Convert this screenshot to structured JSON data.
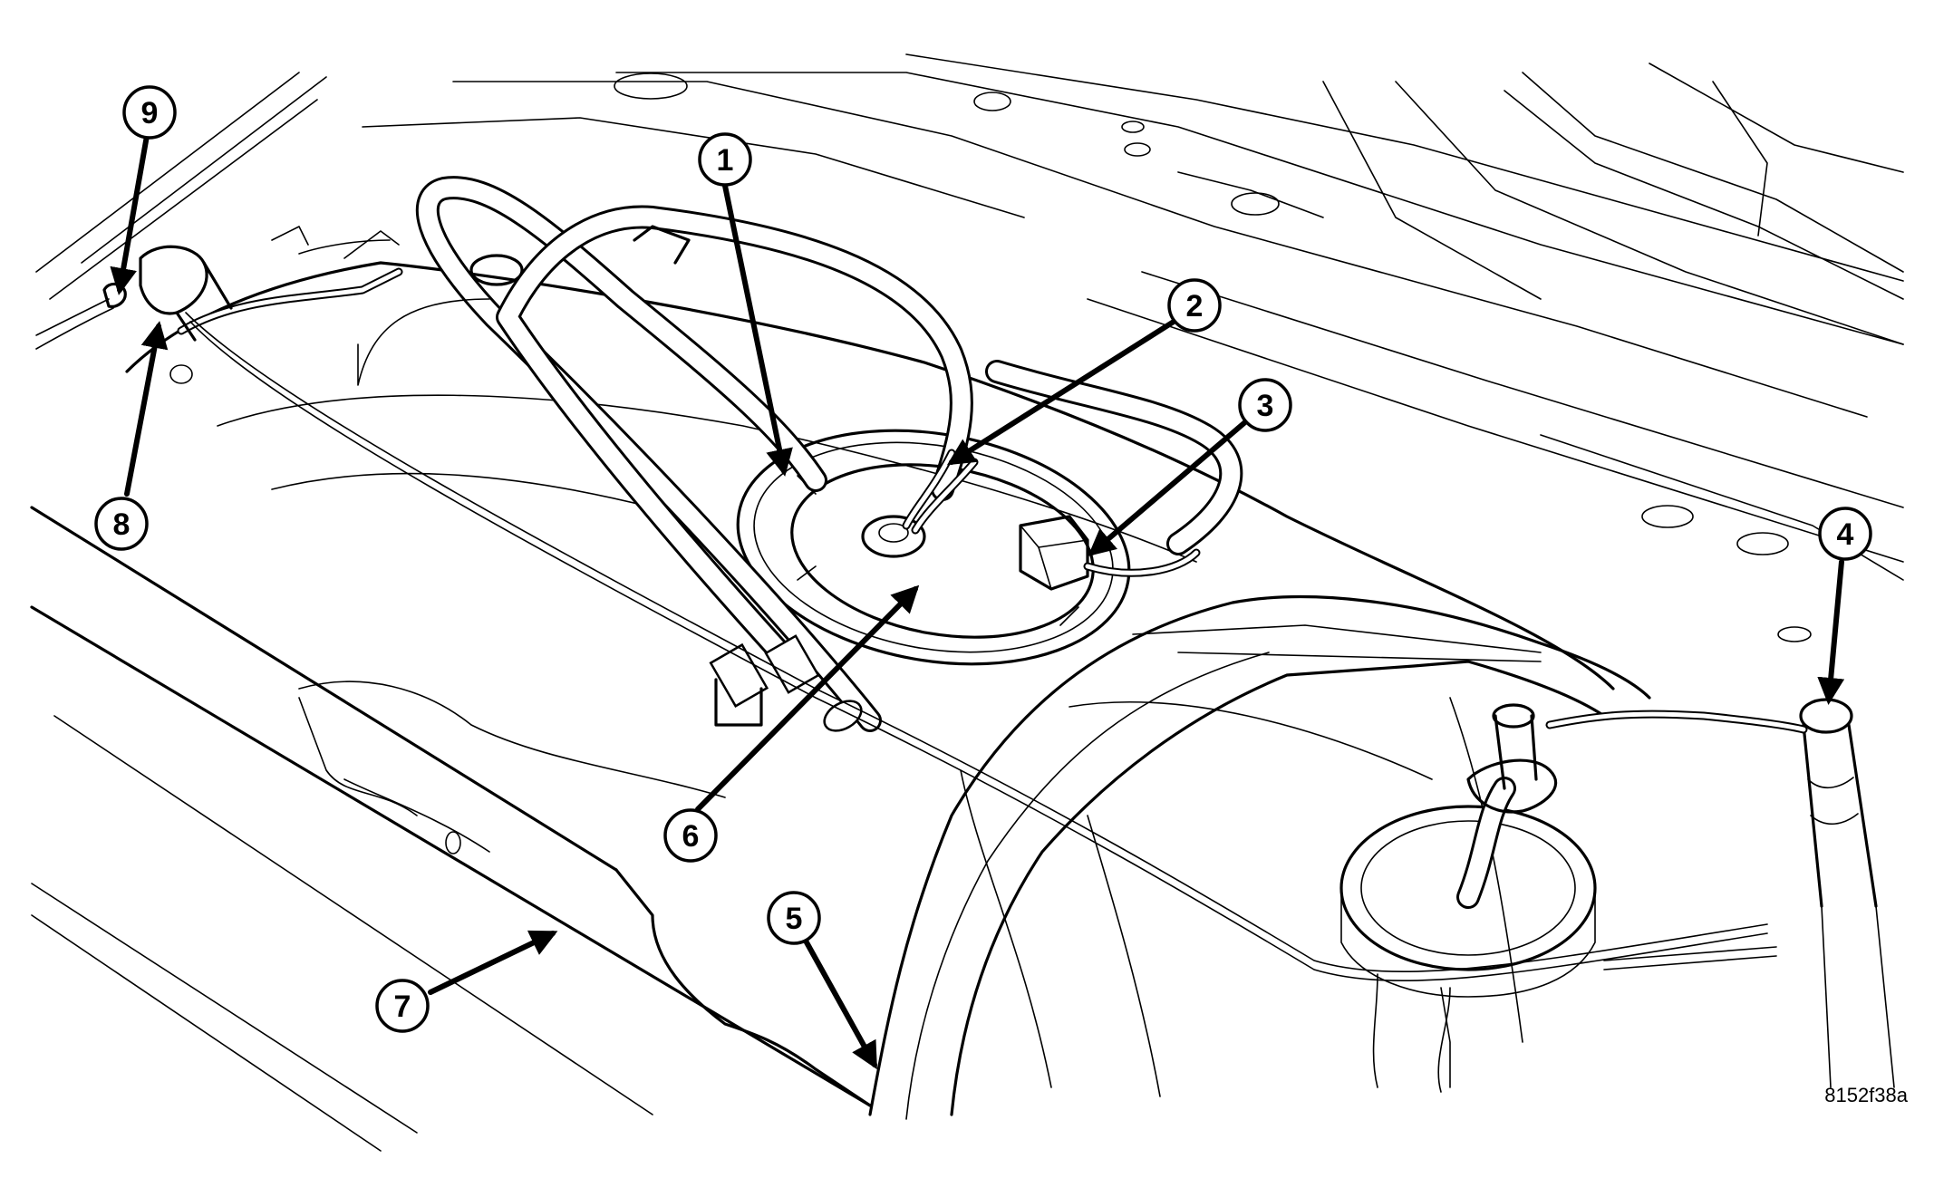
{
  "figure_id": "8152f38a",
  "callouts": [
    {
      "id": "c1",
      "label": "1"
    },
    {
      "id": "c2",
      "label": "2"
    },
    {
      "id": "c3",
      "label": "3"
    },
    {
      "id": "c4",
      "label": "4"
    },
    {
      "id": "c5",
      "label": "5"
    },
    {
      "id": "c6",
      "label": "6"
    },
    {
      "id": "c7",
      "label": "7"
    },
    {
      "id": "c8",
      "label": "8"
    },
    {
      "id": "c9",
      "label": "9"
    }
  ]
}
